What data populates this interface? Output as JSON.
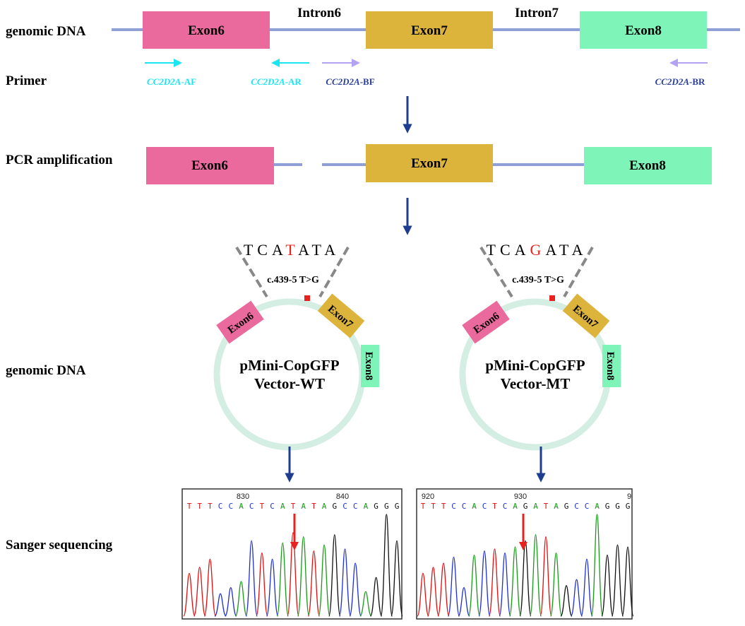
{
  "row_labels": {
    "genomic_dna_top": "genomic DNA",
    "primer": "Primer",
    "pcr": "PCR amplification",
    "genomic_dna_mid": "genomic DNA",
    "sanger": "Sanger sequencing"
  },
  "exons": {
    "exon6": "Exon6",
    "exon7": "Exon7",
    "exon8": "Exon8"
  },
  "introns": {
    "intron6": "Intron6",
    "intron7": "Intron7"
  },
  "primers": [
    {
      "gene": "CC2D2A",
      "suffix": "-AF",
      "color": "#19e6f0"
    },
    {
      "gene": "CC2D2A",
      "suffix": "-AR",
      "color": "#19e6f0"
    },
    {
      "gene": "CC2D2A",
      "suffix": "-BF",
      "color": "#2a3f9a"
    },
    {
      "gene": "CC2D2A",
      "suffix": "-BR",
      "color": "#2a3f9a"
    }
  ],
  "vectors": {
    "wt": {
      "seq_before": "TCA",
      "seq_mut": "T",
      "seq_after": "ATA",
      "mutation": "c.439-5 T>G",
      "name_line1": "pMini-CopGFP",
      "name_line2": "Vector-WT"
    },
    "mt": {
      "seq_before": "TCA",
      "seq_mut": "G",
      "seq_after": "ATA",
      "mutation": "c.439-5 T>G",
      "name_line1": "pMini-CopGFP",
      "name_line2": "Vector-MT"
    }
  },
  "chromatograms": {
    "wt": {
      "pos_labels": [
        "830",
        "840"
      ],
      "bases": "TTTCCACTCATATAGCCAGGG"
    },
    "mt": {
      "pos_labels": [
        "920",
        "930",
        "9"
      ],
      "bases": "TTTCCACTCAGATAGCCAGGG"
    }
  },
  "colors": {
    "exon6": "#ea6a9d",
    "exon7": "#dcb43c",
    "exon8": "#7ef4b8",
    "intron_line": "#8fa0d6",
    "flow_arrow": "#1e3d8f",
    "plasmid_ring": "#d4eee4",
    "mutation_red": "#e8201e",
    "base_A": "#1a9a1a",
    "base_C": "#2030d0",
    "base_G": "#111111",
    "base_T": "#e01010",
    "primer_light": "#19e6f0",
    "primer_light_arrow": "#b3a2f2",
    "primer_dark": "#2a3f9a"
  }
}
